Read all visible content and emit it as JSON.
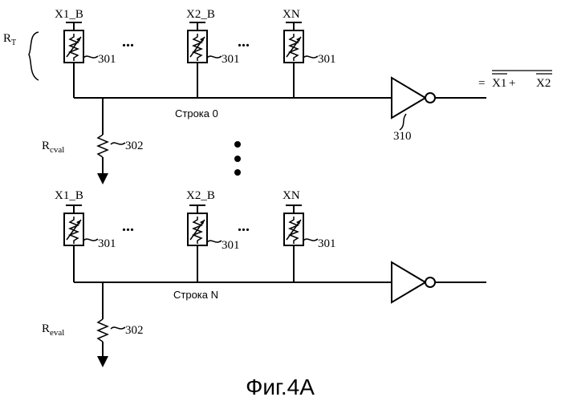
{
  "figure_caption": "Фиг.4A",
  "rt_label": {
    "main": "R",
    "sub": "T"
  },
  "output_expression": {
    "prefix": "= ",
    "term1": "X1",
    "plus": " + ",
    "term2": "X2"
  },
  "blocks": [
    {
      "inputs": [
        "X1_B",
        "X2_B",
        "XN"
      ],
      "cell_ref": "301",
      "ellipsis": "...",
      "row_label": "Строка 0",
      "resistor": {
        "main": "R",
        "sub": "cval",
        "ref": "302"
      },
      "inverter_ref": "310"
    },
    {
      "inputs": [
        "X1_B",
        "X2_B",
        "XN"
      ],
      "cell_ref": "301",
      "ellipsis": "...",
      "row_label": "Строка N",
      "resistor": {
        "main": "R",
        "sub": "eval",
        "ref": "302"
      }
    }
  ]
}
